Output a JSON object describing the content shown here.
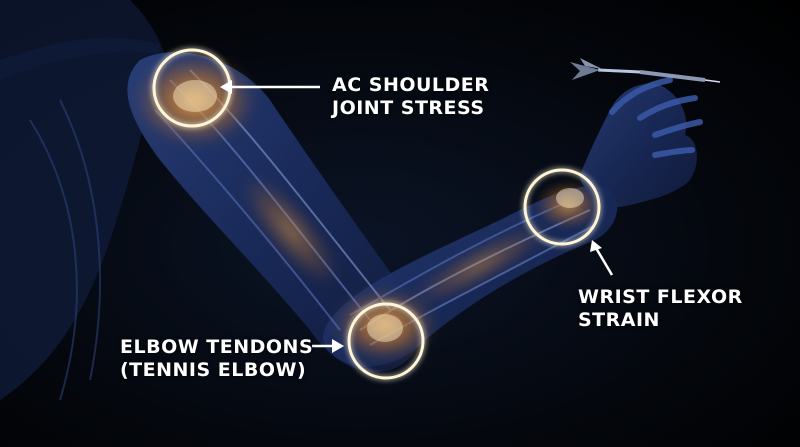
{
  "labels": {
    "shoulder": {
      "line1": "AC SHOULDER",
      "line2": "JOINT STRESS"
    },
    "wrist": {
      "line1": "WRIST FLEXOR",
      "line2": "STRAIN"
    },
    "elbow": {
      "line1": "ELBOW TENDONS",
      "line2": "(TENNIS ELBOW)"
    }
  },
  "icons": [
    "dart-icon"
  ],
  "colors": {
    "background": "#000000",
    "arm_blue": "#1c2f66",
    "muscle_orange": "#c07a2a",
    "highlight_ring": "#fff6d8",
    "label_text": "#ffffff"
  }
}
